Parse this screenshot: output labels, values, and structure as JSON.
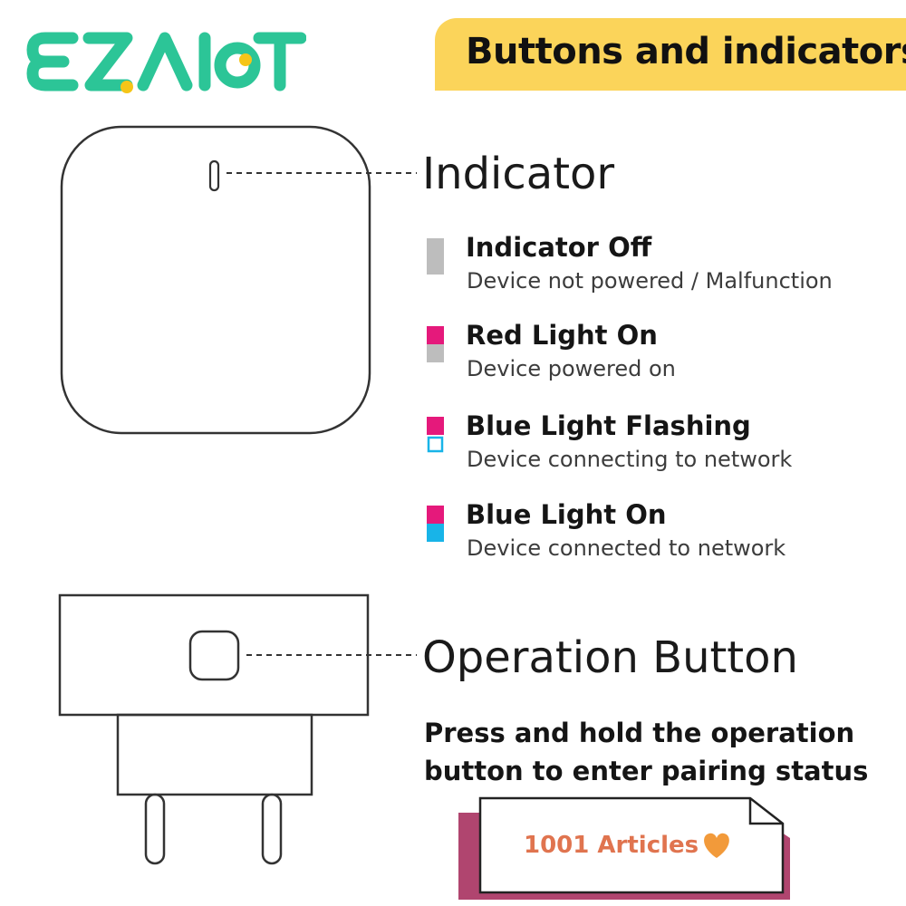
{
  "brand": {
    "logo_text": "EZAIoT",
    "accent_color": "#2cc597",
    "dot_color": "#f5c518"
  },
  "header": {
    "title": "Buttons and indicators",
    "banner_color": "#fbd45a"
  },
  "indicator": {
    "heading": "Indicator",
    "states": [
      {
        "title": "Indicator Off",
        "description": "Device not powered / Malfunction",
        "top_color": "#bdbdbd",
        "bottom_color": "#bdbdbd",
        "bottom_style": "solid"
      },
      {
        "title": "Red Light On",
        "description": "Device powered on",
        "top_color": "#e5197b",
        "bottom_color": "#bdbdbd",
        "bottom_style": "solid"
      },
      {
        "title": "Blue Light Flashing",
        "description": "Device connecting to network",
        "top_color": "#e5197b",
        "bottom_color": "#18b4e8",
        "bottom_style": "outline"
      },
      {
        "title": "Blue Light On",
        "description": "Device connected to network",
        "top_color": "#e5197b",
        "bottom_color": "#18b4e8",
        "bottom_style": "solid"
      }
    ]
  },
  "operation": {
    "heading": "Operation Button",
    "description": "Press and hold the operation button to enter pairing status"
  },
  "watermark": {
    "text": "1001 Articles",
    "icon": "heart-icon",
    "heart_color": "#f29a3a",
    "shadow_color": "#b0456f"
  }
}
